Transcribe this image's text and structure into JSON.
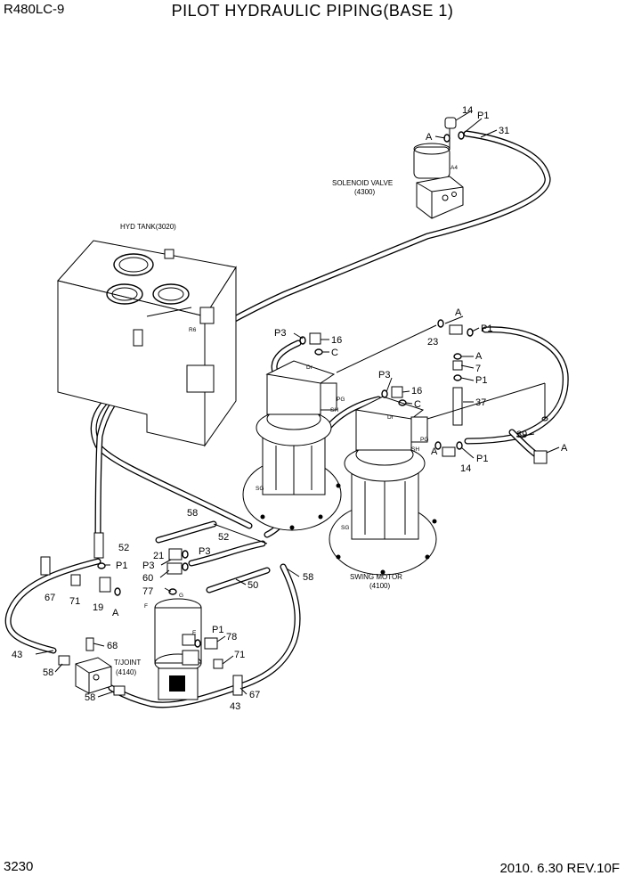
{
  "header": {
    "model": "R480LC-9",
    "title": "PILOT HYDRAULIC PIPING(BASE 1)"
  },
  "footer": {
    "page_number": "3230",
    "revision": "2010. 6.30  REV.10F"
  },
  "components": {
    "solenoid_valve": {
      "name": "SOLENOID VALVE",
      "code": "(4300)",
      "port": "A4"
    },
    "hyd_tank": {
      "name": "HYD TANK(3020)",
      "port": "R6"
    },
    "swing_motor": {
      "name": "SWING MOTOR",
      "code": "(4100)"
    },
    "turning_joint": {
      "name": "T/JOINT",
      "code": "(4140)"
    }
  },
  "motor_ports": {
    "dr1": "Dr",
    "pg1": "PG",
    "sh1": "SH",
    "sg1": "SG",
    "dr2": "Dr",
    "pg2": "PG",
    "sh2": "SH",
    "sg2": "SG"
  },
  "joint_ports": {
    "f": "F",
    "g": "G",
    "e": "E"
  },
  "callouts": {
    "c14a": "14",
    "p1a": "P1",
    "aa": "A",
    "c31": "31",
    "aB": "A",
    "p1B": "P1",
    "c23": "23",
    "aC": "A",
    "c7": "7",
    "p1C": "P1",
    "c37": "37",
    "c39": "39",
    "aD": "A",
    "aE": "A",
    "p1E": "P1",
    "c14b": "14",
    "p3a": "P3",
    "c16a": "16",
    "ca": "C",
    "p3b": "P3",
    "c16b": "16",
    "cb": "C",
    "c58a": "58",
    "c52a": "52",
    "c52b": "52",
    "c21": "21",
    "p3c": "P3",
    "p3d": "P3",
    "c60": "60",
    "c77": "77",
    "c50": "50",
    "c58b": "58",
    "p1f": "P1",
    "c67a": "67",
    "c71a": "71",
    "c19": "19",
    "aF": "A",
    "c43a": "43",
    "c68": "68",
    "c58c": "58",
    "c58d": "58",
    "p1g": "P1",
    "c78": "78",
    "c71b": "71",
    "c67b": "67",
    "c43b": "43"
  },
  "colors": {
    "line": "#000000",
    "background": "#ffffff"
  }
}
